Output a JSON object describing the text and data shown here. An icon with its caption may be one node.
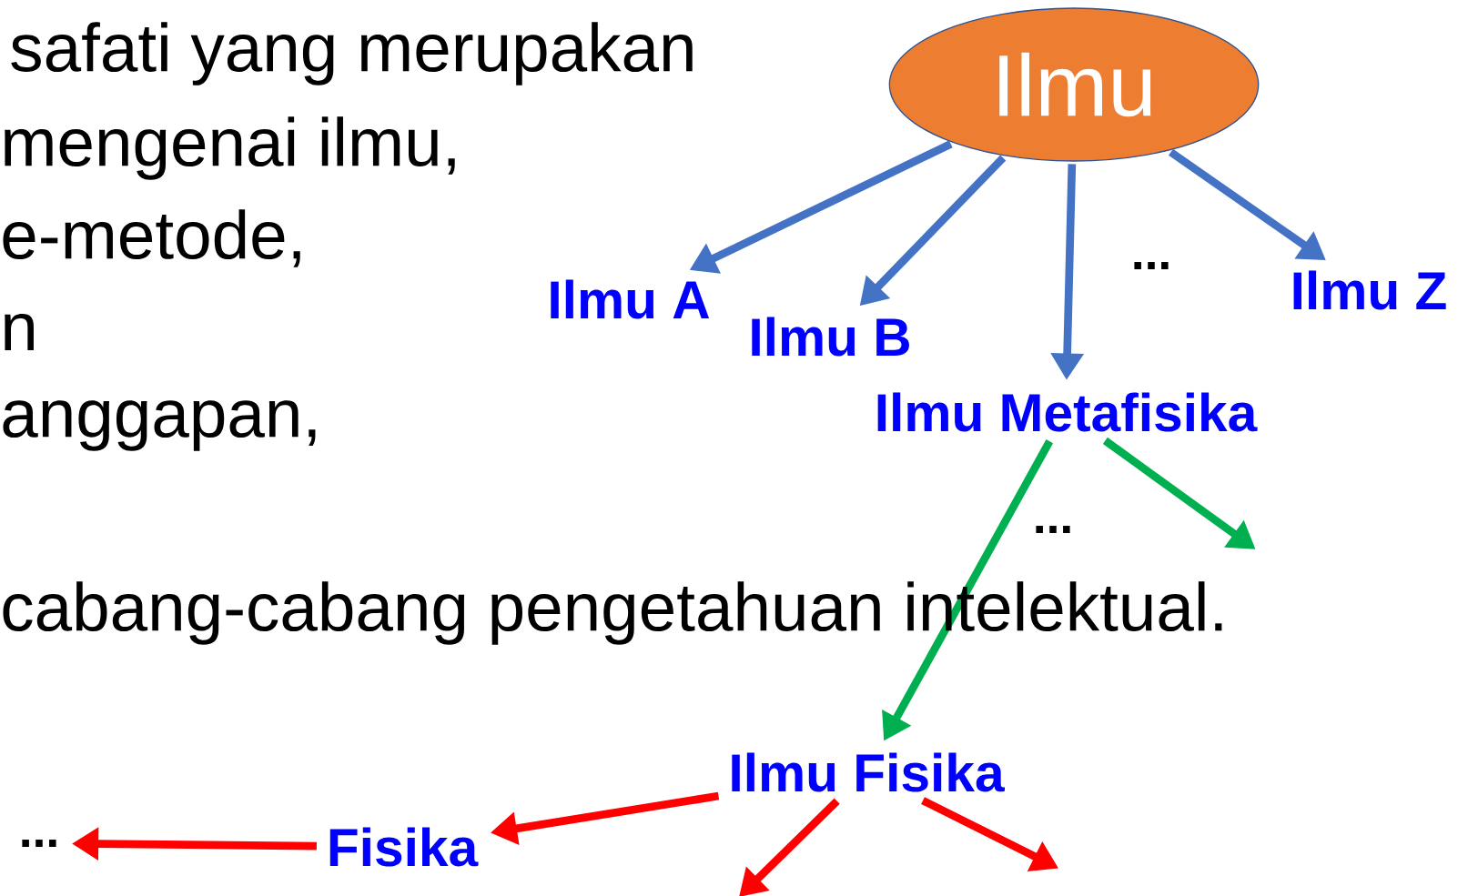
{
  "diagram": {
    "nodes": [
      {
        "text": [
          "Ilmu"
        ]
      },
      {
        "text": [
          "Ilmu A"
        ]
      },
      {
        "text": [
          "Ilmu B"
        ]
      },
      {
        "text": [
          "Ilmu Metafisika"
        ]
      },
      {
        "text": [
          "..."
        ]
      },
      {
        "text": [
          "Ilmu Z"
        ]
      },
      {
        "text": [
          "..."
        ]
      },
      {
        "text": [
          "Ilmu Fisika"
        ]
      },
      {
        "text": [
          "Fisika"
        ]
      },
      {
        "text": [
          "..."
        ]
      }
    ],
    "edges": [
      {
        "from": 0,
        "to": 1,
        "arrow": "to",
        "color": "#4472c4"
      },
      {
        "from": 0,
        "to": 2,
        "arrow": "to",
        "color": "#4472c4"
      },
      {
        "from": 0,
        "to": 3,
        "arrow": "to",
        "color": "#4472c4"
      },
      {
        "from": 0,
        "to": 5,
        "arrow": "to",
        "color": "#4472c4"
      },
      {
        "from": 3,
        "to": 7,
        "arrow": "to",
        "color": "#00b050"
      },
      {
        "from": 3,
        "to": null,
        "arrow": "to",
        "color": "#00b050"
      },
      {
        "from": 7,
        "to": 8,
        "arrow": "to",
        "color": "#ff0000"
      },
      {
        "from": 7,
        "to": null,
        "arrow": "to",
        "color": "#ff0000"
      },
      {
        "from": 7,
        "to": null,
        "arrow": "to",
        "color": "#ff0000"
      },
      {
        "from": 8,
        "to": 9,
        "arrow": "to",
        "color": "#ff0000"
      }
    ],
    "labels": [
      "safati yang merupakan",
      "mengenai ilmu,",
      "e-metode,",
      "n",
      "anggapan,",
      "cabang-cabang pengetahuan intelektual."
    ]
  }
}
